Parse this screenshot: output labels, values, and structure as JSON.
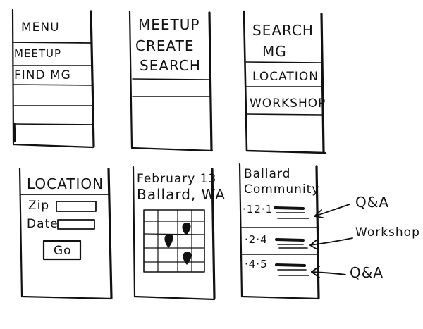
{
  "panels": {
    "menu": {
      "title": "MENU",
      "items": [
        "MEETUP",
        "FIND MG"
      ]
    },
    "meetup": {
      "title": "MEETUP",
      "items": [
        "CREATE",
        "SEARCH"
      ]
    },
    "search": {
      "title": "SEARCH",
      "items": [
        "MG",
        "LOCATION",
        "WORKSHOP"
      ]
    },
    "location": {
      "title": "LOCATION",
      "zip_label": "Zip",
      "date_label": "Date",
      "go_label": "Go"
    },
    "map": {
      "date": "February 13",
      "place": "Ballard, WA"
    },
    "community": {
      "title_line1": "Ballard",
      "title_line2": "Community",
      "events": [
        {
          "date": "·12·1",
          "tag": "Q&A"
        },
        {
          "date": "·2·4",
          "tag": "Workshop"
        },
        {
          "date": "·4·5",
          "tag": "Q&A"
        }
      ]
    }
  }
}
